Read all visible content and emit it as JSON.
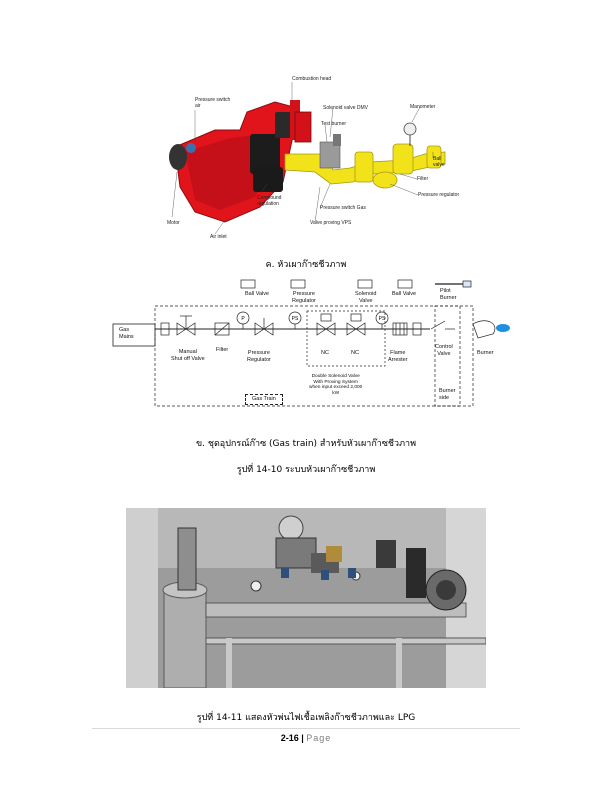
{
  "figure_a": {
    "labels": {
      "combustion_head": "Combustion head",
      "pressure_switch_air": "Pressure switch\nair",
      "solenoid_valve": "Solenoid valve DMV",
      "test_burner": "Test burner",
      "manometer": "Manometer",
      "ball_valve": "Ball\nvalve",
      "filter": "Filter",
      "pressure_regulator": "Pressure regulator",
      "compound_regulation": "Compound\nregulation",
      "pressure_switch_gas": "Pressure switch Gas",
      "valve_proving": "Valve proving VPS",
      "motor": "Motor",
      "air_inlet": "Air inlet"
    },
    "caption": "ค. หัวเผาก๊าซชีวภาพ"
  },
  "figure_b": {
    "top_labels": {
      "ball_valve_1": "Ball Valve",
      "pressure_regulator": "Pressure\nRegulator",
      "solenoid_valve": "Solenoid\nValve",
      "ball_valve_2": "Ball Valve",
      "pilot_burner": "Pilot\nBurner"
    },
    "gas_mains": "Gas\nMains",
    "manual_shutoff": "Manual\nShut off Valve",
    "filter": "Filter",
    "pressure_regulator": "Pressure\nRegulator",
    "nc1": "NC",
    "nc2": "NC",
    "double_solenoid_note": "Double Solenoid Valve\nWith Proving System\nwhen input exceed 2,000\nkW",
    "flame_arrester": "Flame\nArrester",
    "control_valve": "Control\nValve",
    "burner": "Burner",
    "burner_side": "Burner\nside",
    "gas_train": "Gas Train",
    "gauge_p": "P",
    "gauge_ps1": "PS",
    "gauge_ps2": "PS",
    "caption": "ข. ชุดอุปกรณ์ก๊าซ (Gas train) สำหรับหัวเผาก๊าซชีวภาพ"
  },
  "figure_caption_1": "รูปที่ 14-10 ระบบหัวเผาก๊าซชีวภาพ",
  "figure_caption_2": "รูปที่ 14-11 แสดงหัวพ่นไฟเชื้อเพลิงก๊าซชีวภาพและ LPG",
  "footer": {
    "page_number": "2-16",
    "separator": "|",
    "page_word": "Page"
  },
  "colors": {
    "burner_red": "#e0141a",
    "pipe_yellow": "#f1e21a",
    "photo_gray": "#8a8a8a"
  }
}
